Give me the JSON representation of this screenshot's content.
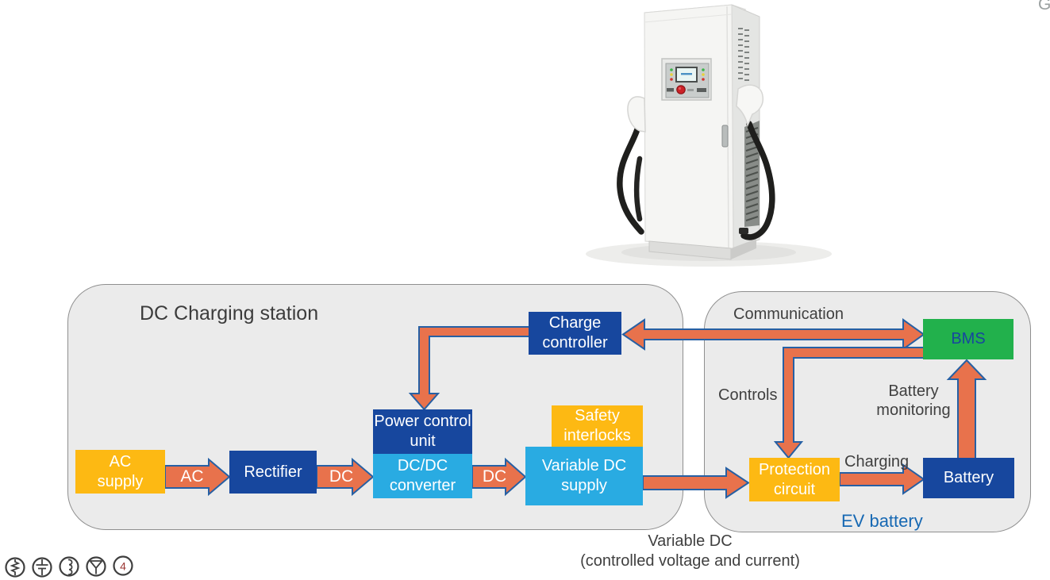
{
  "header": {
    "corner_glyph": "G"
  },
  "diagram": {
    "station_title": "DC Charging station",
    "ev_label": "EV battery",
    "ev_label_color": "#1668B3",
    "arrow_color": "#E8724C",
    "arrow_border": "#2660A4",
    "container_fill": "#EBEBEB",
    "boxes": {
      "ac_supply": {
        "label": "AC supply",
        "color": "#FDB913"
      },
      "rectifier": {
        "label": "Rectifier",
        "color": "#17479E"
      },
      "power_control_unit": {
        "label": "Power control unit",
        "color": "#17479E"
      },
      "dcdc_converter": {
        "label": "DC/DC converter",
        "color": "#29ABE2"
      },
      "safety_interlocks": {
        "label": "Safety interlocks",
        "color": "#FDB913"
      },
      "variable_dc_supply": {
        "label": "Variable DC supply",
        "color": "#29ABE2"
      },
      "charge_controller": {
        "label": "Charge controller",
        "color": "#17479E"
      },
      "protection_circuit": {
        "label": "Protection circuit",
        "color": "#FDB913"
      },
      "battery": {
        "label": "Battery",
        "color": "#17479E"
      },
      "bms": {
        "label": "BMS",
        "color": "#22B14C",
        "text_color": "#17479E"
      }
    },
    "arrow_labels": {
      "ac": "AC",
      "dc_rectifier": "DC",
      "dc_converter": "DC"
    },
    "connection_labels": {
      "communication": "Communication",
      "controls": "Controls",
      "battery_monitoring": "Battery monitoring",
      "charging": "Charging"
    },
    "caption": {
      "line1": "Variable DC",
      "line2": "(controlled voltage and current)"
    }
  },
  "footer": {
    "page_number": "4",
    "icons": [
      "resistor-icon",
      "capacitor-icon",
      "inductor-icon",
      "antenna-icon"
    ]
  }
}
